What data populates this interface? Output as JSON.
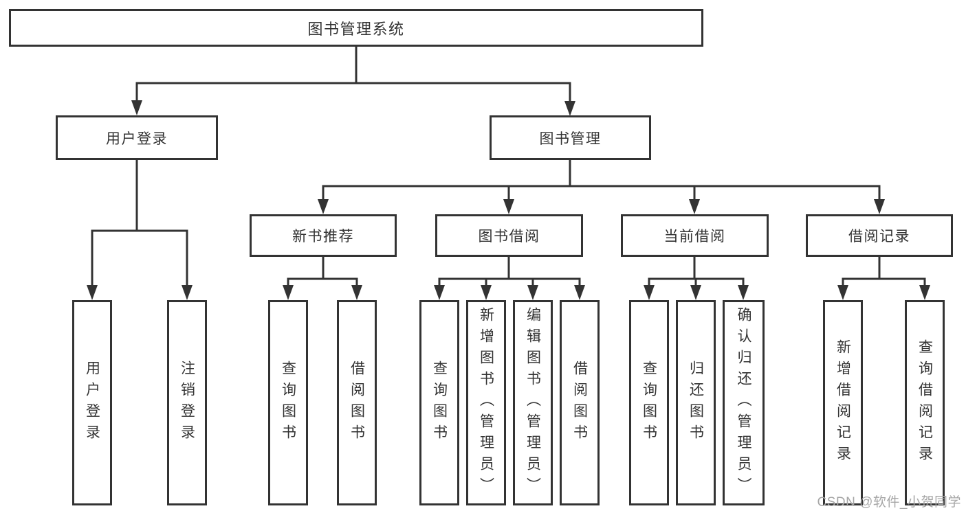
{
  "colors": {
    "background": "#ffffff",
    "line": "#333333",
    "text": "#333333",
    "watermark": "#a6a6a6"
  },
  "watermark": {
    "text": "CSDN @软件_小贺同学"
  },
  "tree": {
    "root": {
      "label": "图书管理系统"
    },
    "branches": [
      {
        "label": "用户登录",
        "leaves": [
          {
            "label": "用户登录"
          },
          {
            "label": "注销登录"
          }
        ]
      },
      {
        "label": "图书管理",
        "sections": [
          {
            "label": "新书推荐",
            "leaves": [
              {
                "label": "查询图书"
              },
              {
                "label": "借阅图书"
              }
            ]
          },
          {
            "label": "图书借阅",
            "leaves": [
              {
                "label": "查询图书"
              },
              {
                "label": "新增图书（管理员）"
              },
              {
                "label": "编辑图书（管理员）"
              },
              {
                "label": "借阅图书"
              }
            ]
          },
          {
            "label": "当前借阅",
            "leaves": [
              {
                "label": "查询图书"
              },
              {
                "label": "归还图书"
              },
              {
                "label": "确认归还（管理员）"
              }
            ]
          },
          {
            "label": "借阅记录",
            "leaves": [
              {
                "label": "新增借阅记录"
              },
              {
                "label": "查询借阅记录"
              }
            ]
          }
        ]
      }
    ]
  }
}
